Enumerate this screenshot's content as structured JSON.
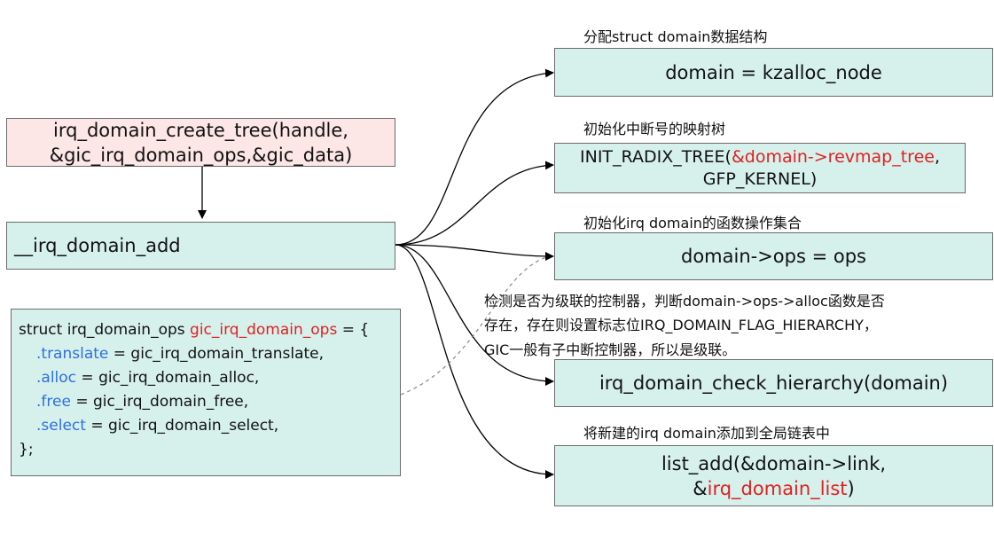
{
  "create_tree": {
    "line1": "irq_domain_create_tree(handle,",
    "line2": "&gic_irq_domain_ops,&gic_data)"
  },
  "irq_domain_add": "__irq_domain_add",
  "ops_struct": {
    "decl_prefix": "struct irq_domain_ops ",
    "decl_name": "gic_irq_domain_ops",
    "decl_suffix": " = {",
    "fields": [
      {
        "key": ".translate",
        "value": " = gic_irq_domain_translate,"
      },
      {
        "key": ".alloc",
        "value": " = gic_irq_domain_alloc,"
      },
      {
        "key": ".free",
        "value": " = gic_irq_domain_free,"
      },
      {
        "key": ".select",
        "value": " = gic_irq_domain_select,"
      }
    ],
    "close": "};"
  },
  "steps": [
    {
      "label": "分配struct domain数据结构",
      "text": "domain = kzalloc_node"
    },
    {
      "label": "初始化中断号的映射树",
      "line1_a": "INIT_RADIX_TREE(",
      "line1_b": "&domain->revmap_tree",
      "line1_c": ",",
      "line2": "GFP_KERNEL)"
    },
    {
      "label": "初始化irq domain的函数操作集合",
      "text": "domain->ops = ops"
    },
    {
      "label_lines": [
        "检测是否为级联的控制器，判断domain->ops->alloc函数是否",
        "存在，存在则设置标志位IRQ_DOMAIN_FLAG_HIERARCHY，",
        "GIC一般有子中断控制器，所以是级联。"
      ],
      "text": "irq_domain_check_hierarchy(domain)"
    },
    {
      "label": "将新建的irq domain添加到全局链表中",
      "line1": "list_add(&domain->link,",
      "line2_a": "&",
      "line2_b": "irq_domain_list",
      "line2_c": ")"
    }
  ],
  "colors": {
    "box_fill": "#d6f1ec",
    "pink_fill": "#fde6e6",
    "highlight": "#e02020",
    "field_key": "#2f6fe0"
  }
}
